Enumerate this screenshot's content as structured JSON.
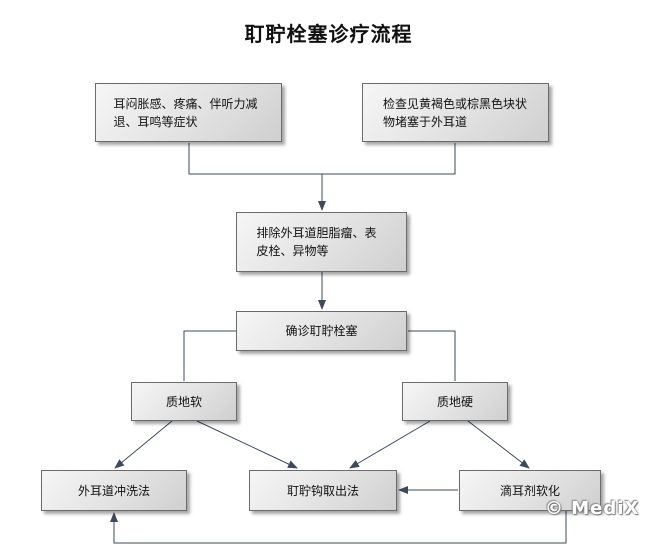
{
  "title": "耵聍栓塞诊疗流程",
  "nodes": {
    "symptoms": "耳闷胀感、疼痛、伴听力减退、耳鸣等症状",
    "exam": "检查见黄褐色或棕黑色块状物堵塞于外耳道",
    "exclude": "排除外耳道胆脂瘤、表皮栓、异物等",
    "diagnose": "确诊耵聍栓塞",
    "soft": "质地软",
    "hard": "质地硬",
    "wash": "外耳道冲洗法",
    "hook": "耵聍钩取出法",
    "drops": "滴耳剂软化"
  },
  "watermark": "© MediX",
  "colors": {
    "line": "#3d4a5c",
    "box_border": "#6b6b6b"
  }
}
